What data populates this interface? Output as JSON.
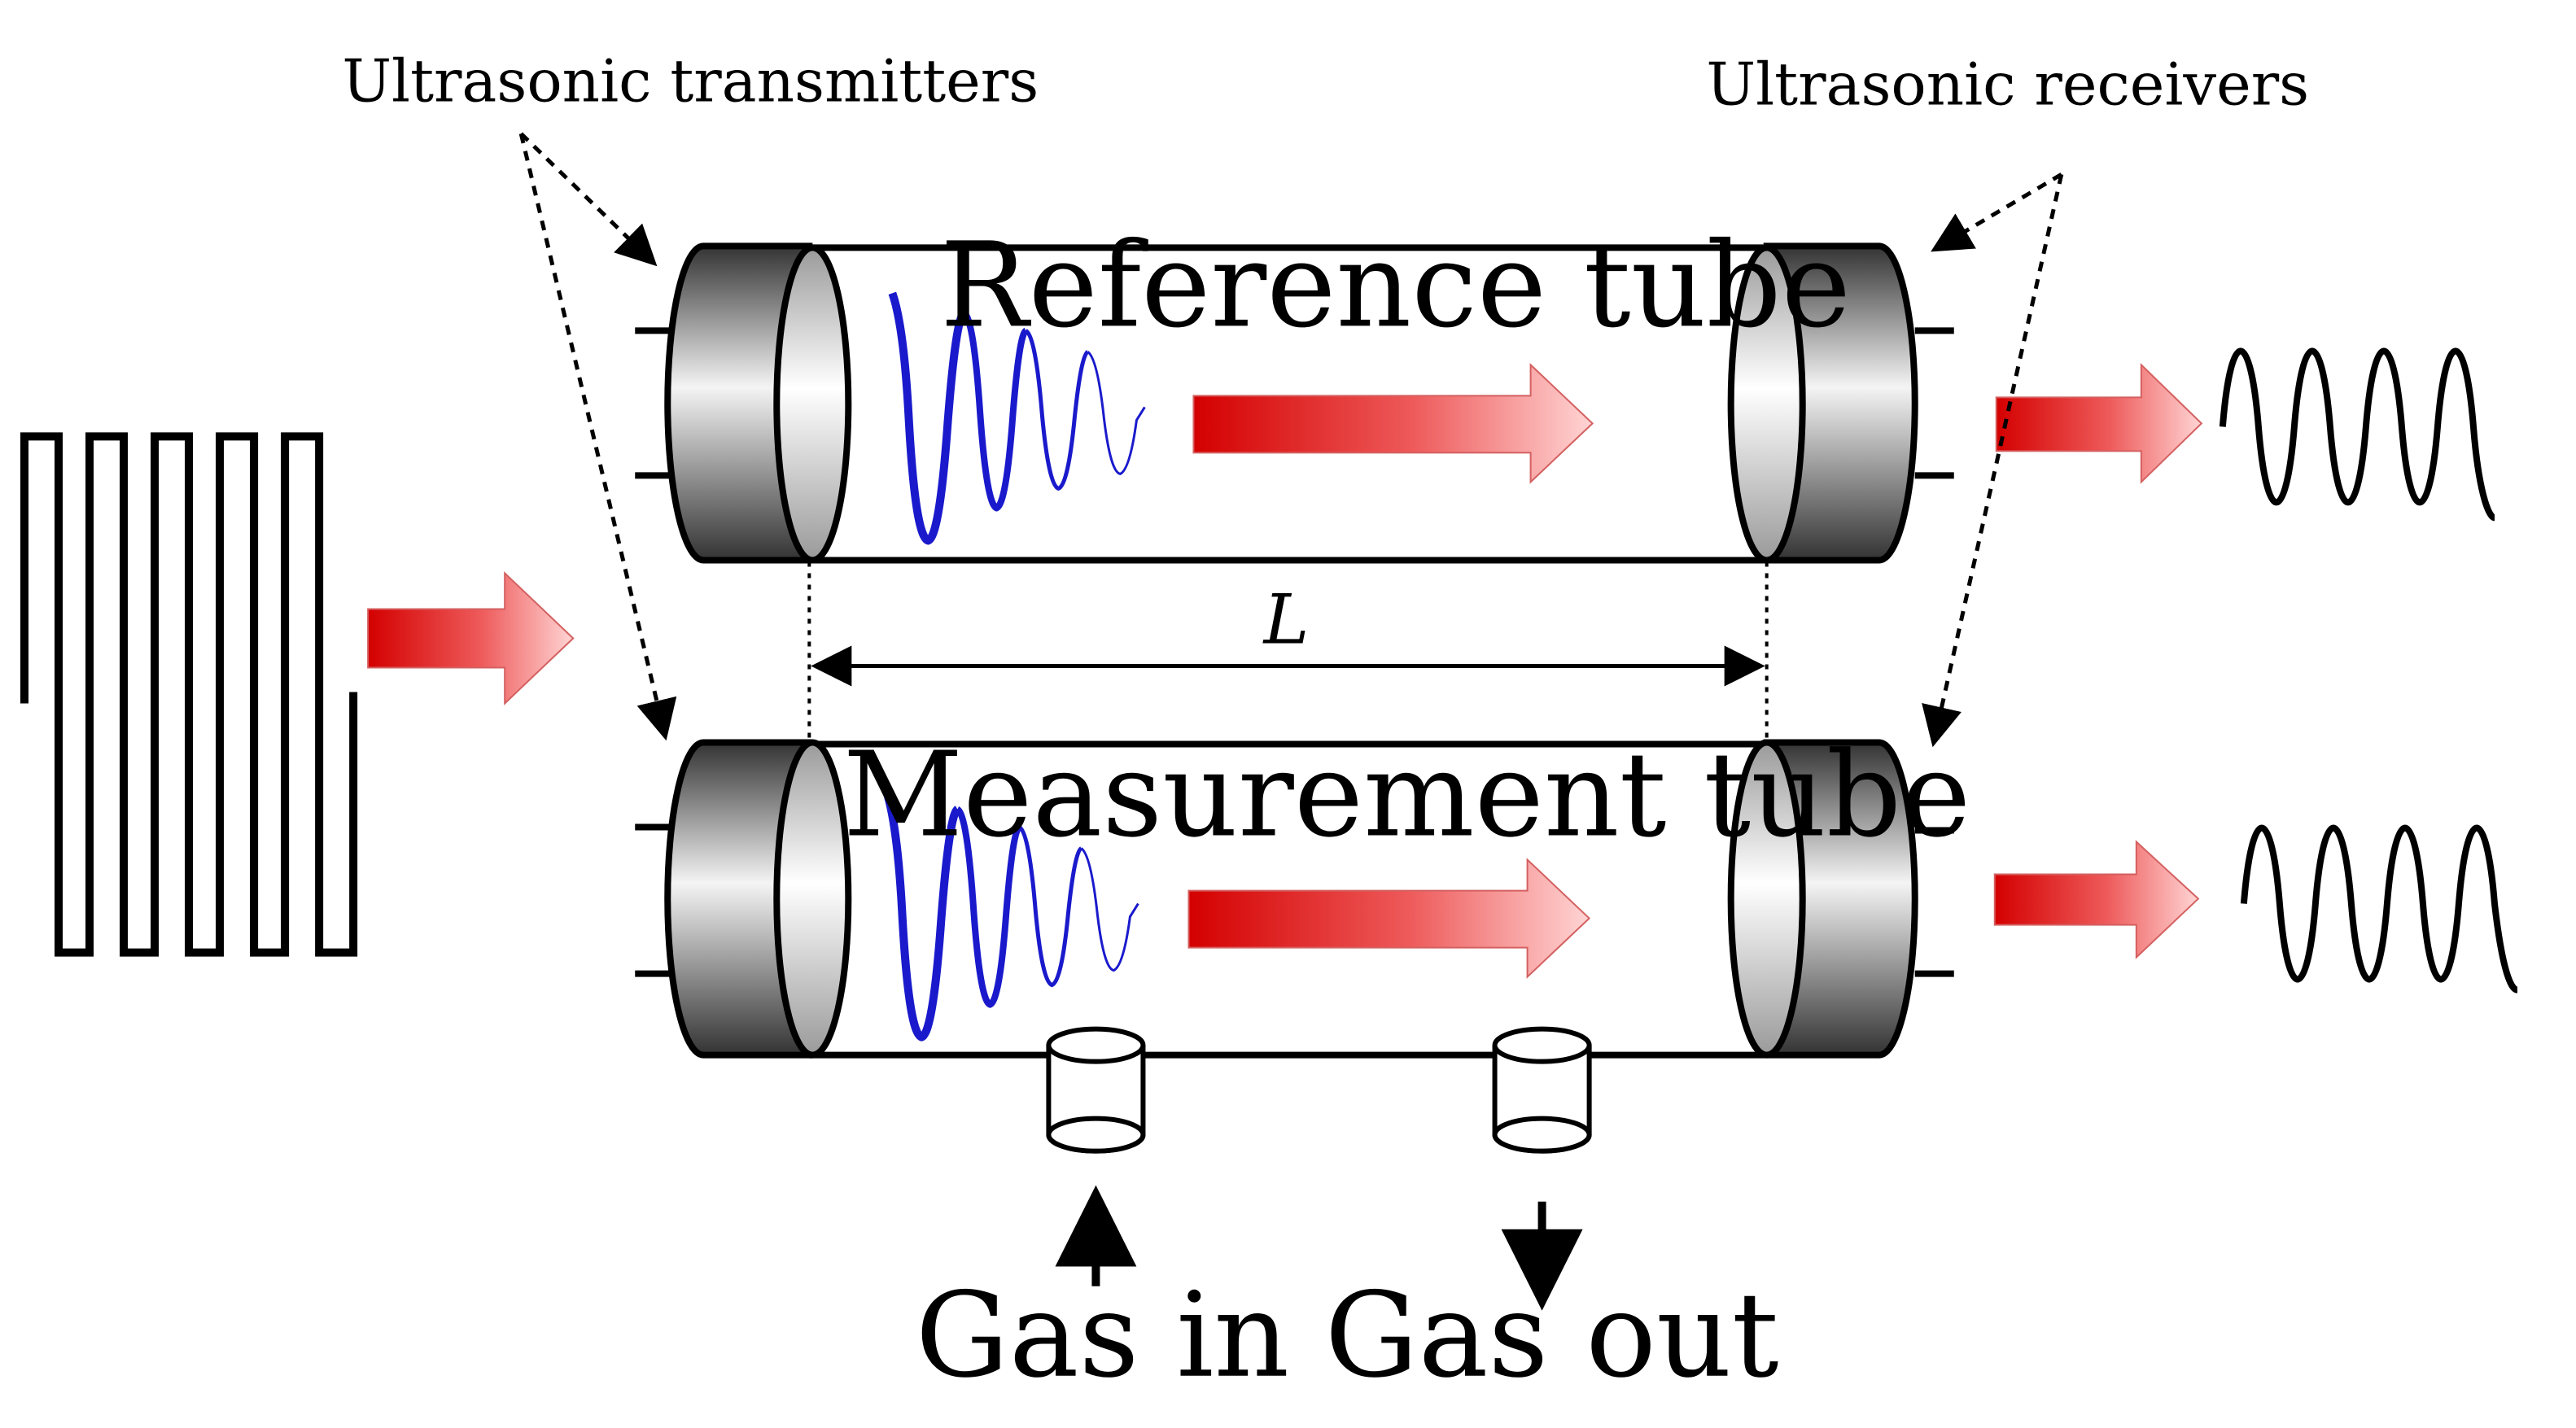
{
  "labels": {
    "transmitters": "Ultrasonic transmitters",
    "receivers": "Ultrasonic receivers",
    "reference_tube": "Reference tube",
    "measurement_tube": "Measurement tube",
    "length": "L",
    "gas_in": "Gas in",
    "gas_out": "Gas out"
  },
  "colors": {
    "line": "#000000",
    "wave_blue": "#1a1acc",
    "arrow_red": "#d40000",
    "arrow_light": "#ffd0d0",
    "transducer_dark": "#3a3a3a",
    "transducer_light": "#f2f2f2"
  },
  "icons": [
    "square-wave-input",
    "ultrasonic-transmitter",
    "ultrasonic-receiver",
    "decaying-wave",
    "sine-wave-output",
    "flow-arrow",
    "gas-port"
  ]
}
